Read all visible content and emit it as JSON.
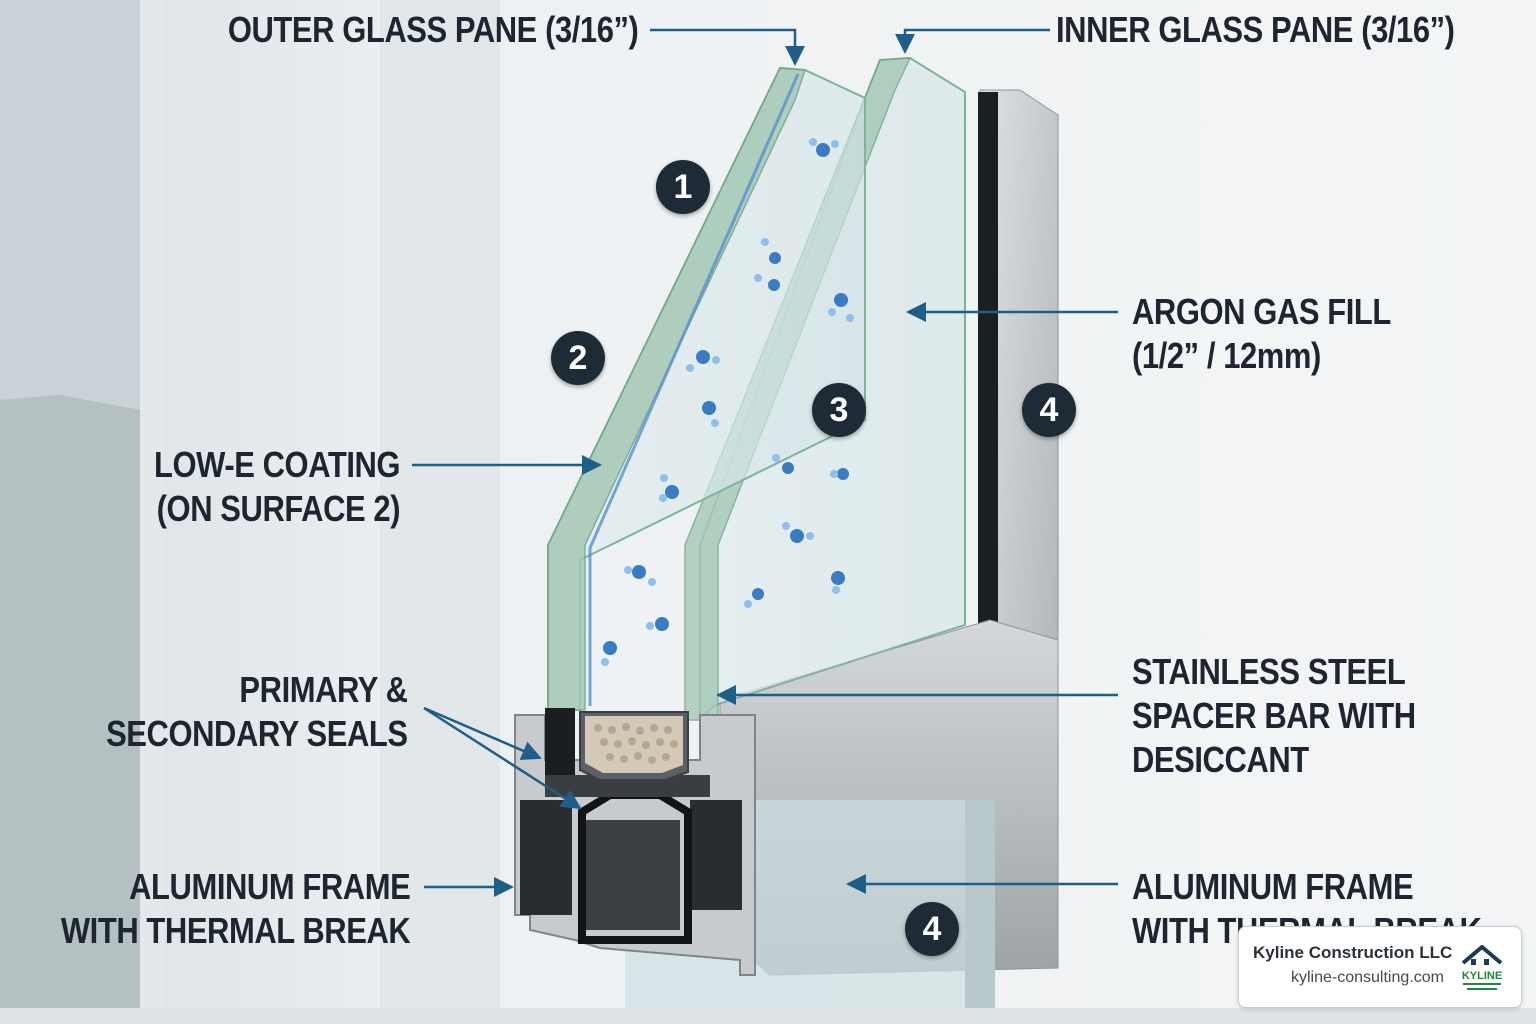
{
  "labels": {
    "outer_pane": "OUTER GLASS PANE (3/16”)",
    "inner_pane": "INNER GLASS PANE (3/16”)",
    "argon": [
      "ARGON GAS FILL",
      "(1/2” / 12mm)"
    ],
    "lowe": [
      "LOW-E COATING",
      "(ON SURFACE 2)"
    ],
    "seals": [
      "PRIMARY &",
      "SECONDARY SEALS"
    ],
    "spacer": [
      "STAINLESS STEEL",
      "SPACER BAR WITH",
      "DESICCANT"
    ],
    "frame_left": [
      "ALUMINUM FRAME",
      "WITH THERMAL BREAK"
    ],
    "frame_right": [
      "ALUMINUM FRAME",
      "WITH THERMAL BREAK"
    ]
  },
  "badges": [
    "1",
    "2",
    "3",
    "4",
    "4"
  ],
  "brand": {
    "name": "Kyline Construction LLC",
    "url": "kyline-consulting.com",
    "logo_text": "KYLINE"
  },
  "colors": {
    "label_text": "#1c2530",
    "leader_line": "#1f5e87",
    "badge_bg": "#1e2a36",
    "glass_edge": "#7fb39a",
    "argon_molecule": "#3a7cc4",
    "frame": "#b9bdc1",
    "brand_logo": "#1b8a3a"
  }
}
